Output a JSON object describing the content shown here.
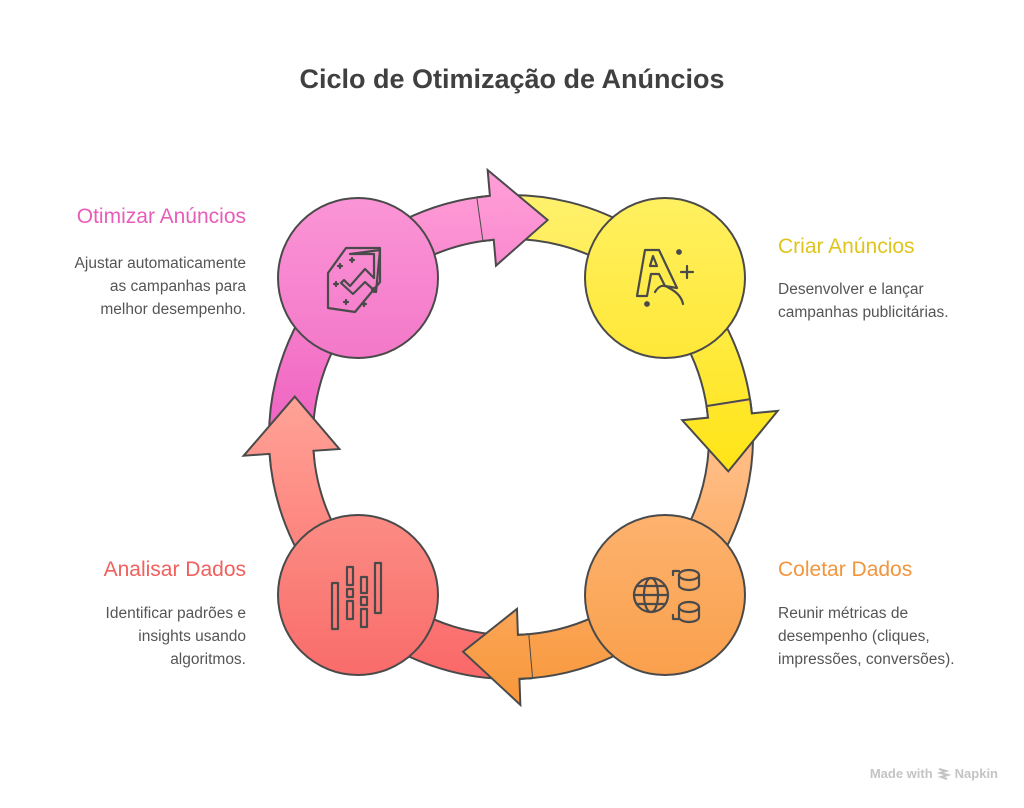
{
  "title": "Ciclo de Otimização de Anúncios",
  "steps": [
    {
      "key": "otimizar",
      "title": "Otimizar Anúncios",
      "lines": [
        "Ajustar automaticamente",
        "as campanhas para",
        "melhor desempenho."
      ],
      "color": "#e85db8",
      "icon": "optimize-arrow-tag-icon"
    },
    {
      "key": "criar",
      "title": "Criar Anúncios",
      "lines": [
        "Desenvolver e lançar",
        "campanhas publicitárias."
      ],
      "color": "#e0c41e",
      "icon": "ad-creation-letter-a-plus-icon"
    },
    {
      "key": "coletar",
      "title": "Coletar Dados",
      "lines": [
        "Reunir métricas de",
        "desempenho (cliques,",
        "impressões, conversões)."
      ],
      "color": "#f2953d",
      "icon": "globe-database-icon"
    },
    {
      "key": "analisar",
      "title": "Analisar Dados",
      "lines": [
        "Identificar padrões e",
        "insights usando",
        "algoritmos."
      ],
      "color": "#f0605d",
      "icon": "bar-analysis-icon"
    }
  ],
  "footer": {
    "made_with": "Made with",
    "brand": "Napkin"
  }
}
